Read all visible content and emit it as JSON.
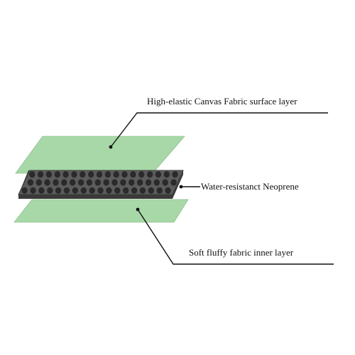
{
  "diagram": {
    "layers": [
      {
        "label": "High-elastic Canvas Fabric surface layer",
        "color": "#a8d8a8",
        "edge": "#8fc08f"
      },
      {
        "label": "Water-resistanct Neoprene",
        "color": "#5c5c5c",
        "edge": "#3a3a3a",
        "dots": "#2a2a2a"
      },
      {
        "label": "Soft fluffy fabric inner layer",
        "color": "#a8d8a8",
        "edge": "#8fc08f"
      }
    ],
    "leader_color": "#111111"
  }
}
